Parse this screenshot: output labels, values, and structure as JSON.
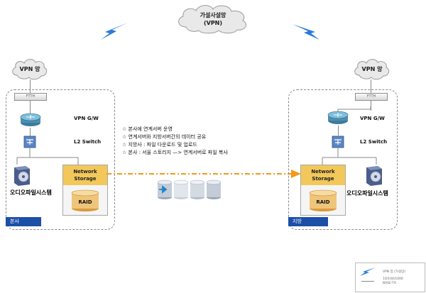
{
  "vpn_cloud": {
    "line1": "가설사설망",
    "line2": "(VPN)"
  },
  "hq": {
    "vpn": "VPN 망",
    "ftth": "FTTH",
    "gw": "VPN G/W",
    "l2": "L2 Switch",
    "audio": "오디오파일시스템",
    "storage_line1": "Network",
    "storage_line2": "Storage",
    "raid": "RAID",
    "tag": "본사"
  },
  "branch": {
    "vpn": "VPN 망",
    "ftth": "FTTH",
    "gw": "VPN G/W",
    "l2": "L2 Switch",
    "audio": "오디오파일시스템",
    "storage_line1": "Network",
    "storage_line2": "Storage",
    "raid": "RAID",
    "tag": "지방"
  },
  "notes": [
    "☆ 본사에 연계서버 운영",
    "☆ 연계서버와 지방서버간의 데이터 공유",
    "☆ 지방사 : 파일 다운로드 및 업로드",
    "☆ 본사 : 서울 스토리지 —> 연계서버로 파일 복사"
  ],
  "legend": {
    "line1": "VPN 망 (가설망)",
    "line2": "10/100/1000",
    "line3": "BASE-TX"
  },
  "colors": {
    "accent_blue": "#1c4fa6",
    "lightning": "#2a7bd8",
    "transfer_arrow": "#f29a1c",
    "storage_head": "#f2c85b"
  }
}
